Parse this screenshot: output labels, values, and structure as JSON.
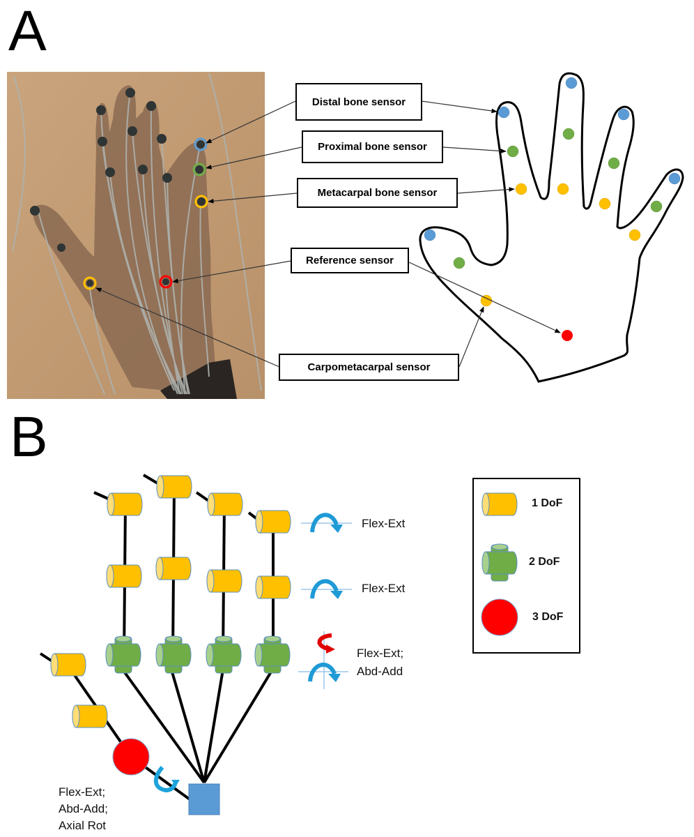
{
  "panels": {
    "a": "A",
    "b": "B"
  },
  "panel_a": {
    "labels": {
      "distal": "Distal bone sensor",
      "proximal": "Proximal bone sensor",
      "metacarpal": "Metacarpal bone sensor",
      "reference": "Reference sensor",
      "carpometacarpal": "Carpometacarpal sensor"
    },
    "sensor_colors": {
      "distal": "#5b9bd5",
      "proximal": "#70ad47",
      "metacarpal": "#ffc000",
      "reference": "#ff0000",
      "carpometacarpal": "#ffc000"
    }
  },
  "panel_b": {
    "motion_labels": {
      "distal_row": "Flex-Ext",
      "proximal_row": "Flex-Ext",
      "mcp_row_line1": "Flex-Ext;",
      "mcp_row_line2": "Abd-Add",
      "thumb_line1": "Flex-Ext;",
      "thumb_line2": "Abd-Add;",
      "thumb_line3": "Axial Rot"
    },
    "legend": [
      {
        "label": "1 DoF",
        "shape": "cylinder",
        "color": "#ffc000"
      },
      {
        "label": "2 DoF",
        "shape": "cross-cylinder",
        "color": "#70ad47"
      },
      {
        "label": "3 DoF",
        "shape": "sphere",
        "color": "#ff0000"
      }
    ],
    "root_color": "#5b9bd5"
  }
}
